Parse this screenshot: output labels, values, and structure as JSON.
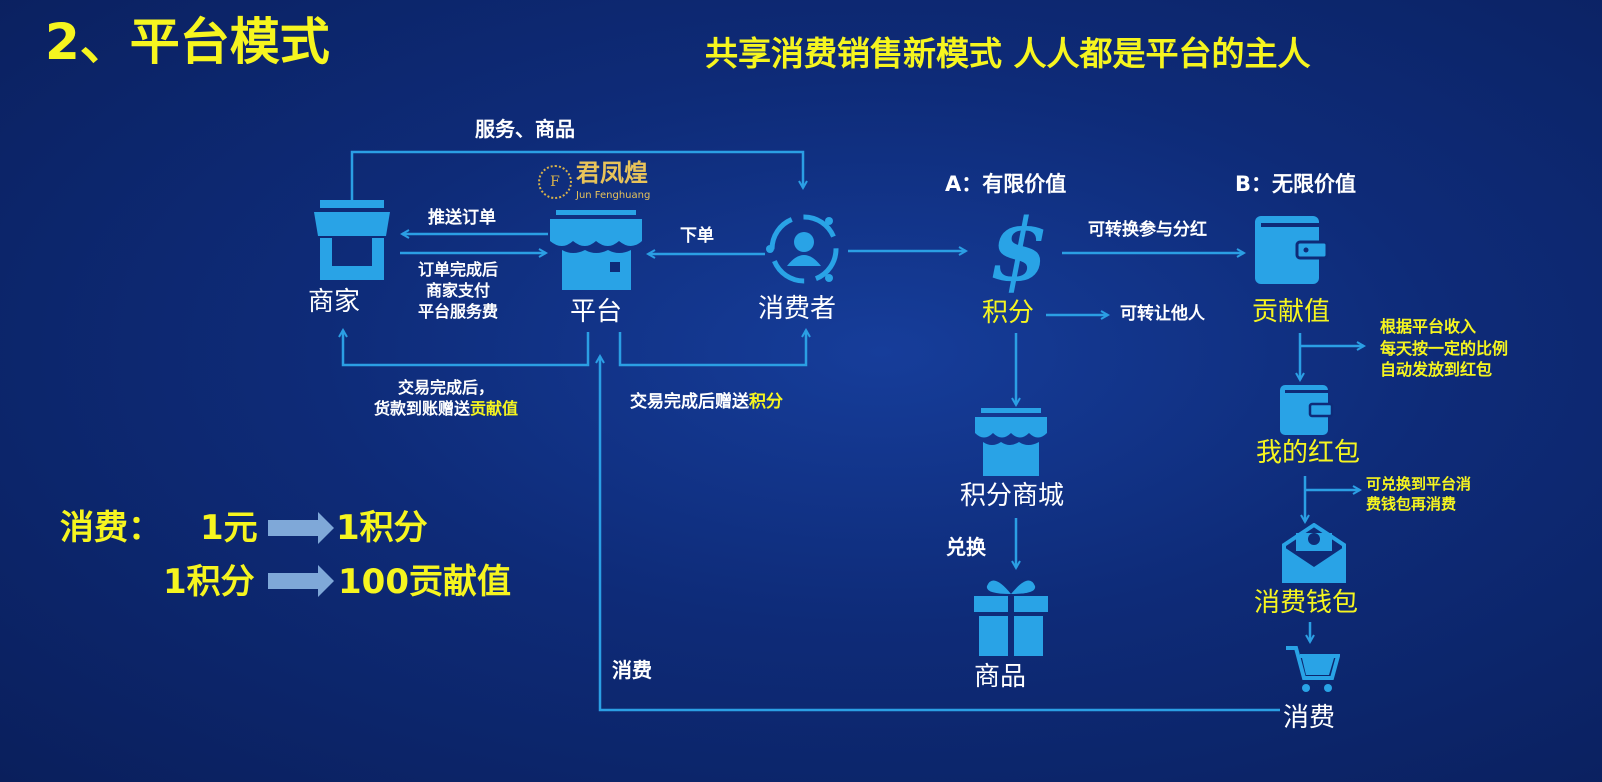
{
  "title": "2、平台模式",
  "subtitle": "共享消费销售新模式  人人都是平台的主人",
  "logo": {
    "name_cn": "君凤煌",
    "name_en": "Jun Fenghuang",
    "badge": "F"
  },
  "labels": {
    "services_goods": "服务、商品",
    "push_order": "推送订单",
    "merchant_pays": [
      "订单完成后",
      "商家支付",
      "平台服务费"
    ],
    "place_order": "下单",
    "merchant": "商家",
    "platform": "平台",
    "consumer": "消费者",
    "payment_contribution_1": "交易完成后，",
    "payment_contribution_2a": "货款到账赠送",
    "payment_contribution_2b": "贡献值",
    "gift_points_a": "交易完成后赠送",
    "gift_points_b": "积分",
    "limited_value": "A：有限价值",
    "unlimited_value": "B：无限价值",
    "points": "积分",
    "convert_dividend": "可转换参与分红",
    "transfer_others": "可转让他人",
    "contribution": "贡献值",
    "auto_distribute": [
      "根据平台收入",
      "每天按一定的比例",
      "自动发放到红包"
    ],
    "my_red_packet": "我的红包",
    "exchange_wallet": [
      "可兑换到平台消",
      "费钱包再消费"
    ],
    "consume_wallet": "消费钱包",
    "consume_bottom": "消费",
    "points_mall": "积分商城",
    "exchange": "兑换",
    "goods": "商品",
    "consume_return": "消费"
  },
  "rates": {
    "row1_label": "消费：",
    "row1_from": "1元",
    "row1_to": "1积分",
    "row2_from": "1积分",
    "row2_to": "100贡献值"
  },
  "colors": {
    "icon": "#29a3e6",
    "highlight": "#f6f51f",
    "line": "#2b9fe4"
  }
}
